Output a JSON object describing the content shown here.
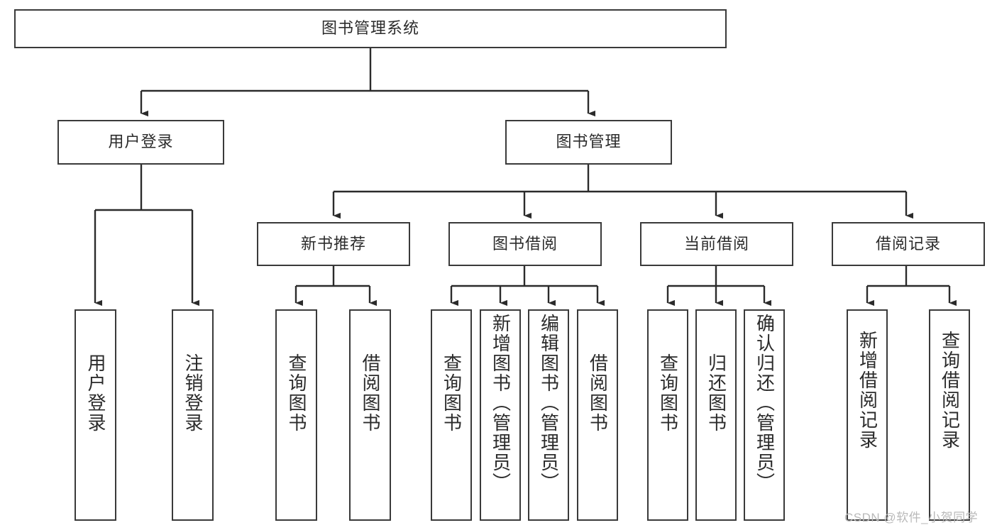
{
  "diagram": {
    "type": "tree-hierarchy-chart",
    "title": "图书管理系统",
    "root": {
      "id": "root",
      "label": "图书管理系统",
      "orientation": "horizontal"
    },
    "level1": [
      {
        "id": "user-login",
        "label": "用户登录",
        "orientation": "horizontal"
      },
      {
        "id": "book-management",
        "label": "图书管理",
        "orientation": "horizontal"
      }
    ],
    "level2": [
      {
        "id": "new-book-recommend",
        "label": "新书推荐",
        "orientation": "horizontal",
        "parent": "book-management"
      },
      {
        "id": "book-borrow",
        "label": "图书借阅",
        "orientation": "horizontal",
        "parent": "book-management"
      },
      {
        "id": "current-borrow",
        "label": "当前借阅",
        "orientation": "horizontal",
        "parent": "book-management"
      },
      {
        "id": "borrow-record",
        "label": "借阅记录",
        "orientation": "horizontal",
        "parent": "book-management"
      }
    ],
    "leaves": [
      {
        "id": "leaf-user-login",
        "label": "用户登录",
        "orientation": "vertical",
        "parent": "user-login"
      },
      {
        "id": "leaf-logout-login",
        "label": "注销登录",
        "orientation": "vertical",
        "parent": "user-login"
      },
      {
        "id": "leaf-query-book-1",
        "label": "查询图书",
        "orientation": "vertical",
        "parent": "new-book-recommend"
      },
      {
        "id": "leaf-borrow-book-1",
        "label": "借阅图书",
        "orientation": "vertical",
        "parent": "new-book-recommend"
      },
      {
        "id": "leaf-query-book-2",
        "label": "查询图书",
        "orientation": "vertical",
        "parent": "book-borrow"
      },
      {
        "id": "leaf-add-book-admin",
        "label": "新增图书（管理员）",
        "orientation": "vertical",
        "parent": "book-borrow"
      },
      {
        "id": "leaf-edit-book-admin",
        "label": "编辑图书（管理员）",
        "orientation": "vertical",
        "parent": "book-borrow"
      },
      {
        "id": "leaf-borrow-book-2",
        "label": "借阅图书",
        "orientation": "vertical",
        "parent": "book-borrow"
      },
      {
        "id": "leaf-query-book-3",
        "label": "查询图书",
        "orientation": "vertical",
        "parent": "current-borrow"
      },
      {
        "id": "leaf-return-book",
        "label": "归还图书",
        "orientation": "vertical",
        "parent": "current-borrow"
      },
      {
        "id": "leaf-confirm-return-admin",
        "label": "确认归还（管理员）",
        "orientation": "vertical",
        "parent": "current-borrow"
      },
      {
        "id": "leaf-add-borrow-record",
        "label": "新增借阅记录",
        "orientation": "vertical",
        "parent": "borrow-record"
      },
      {
        "id": "leaf-query-borrow-record",
        "label": "查询借阅记录",
        "orientation": "vertical",
        "parent": "borrow-record"
      }
    ],
    "colors": {
      "box_border": "#3a3a3a",
      "box_fill": "#ffffff",
      "connector": "#2b2b2b",
      "text": "#2b2b2b",
      "watermark": "#b9b9b9",
      "background": "#ffffff"
    }
  },
  "watermark": {
    "text": "CSDN @软件_小贺同学"
  }
}
